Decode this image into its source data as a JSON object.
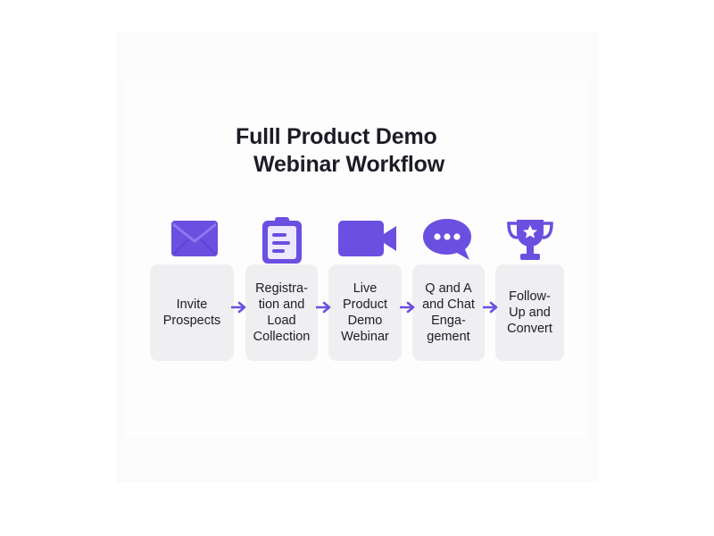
{
  "title": {
    "line1": "Fulll Product Demo",
    "line2": "Webinar Workflow"
  },
  "accent_color": "#6b4fe0",
  "card_color": "#efeff1",
  "steps": [
    {
      "label": "Invite\nProspects",
      "icon": "envelope-icon"
    },
    {
      "label": "Registra-\ntion and\nLoad\nCollection",
      "icon": "clipboard-icon"
    },
    {
      "label": "Live\nProduct\nDemo\nWebinar",
      "icon": "video-camera-icon"
    },
    {
      "label": "Q and A\nand Chat\nEnga-\ngement",
      "icon": "chat-bubble-icon"
    },
    {
      "label": "Follow-\nUp and\nConvert",
      "icon": "trophy-icon"
    }
  ]
}
